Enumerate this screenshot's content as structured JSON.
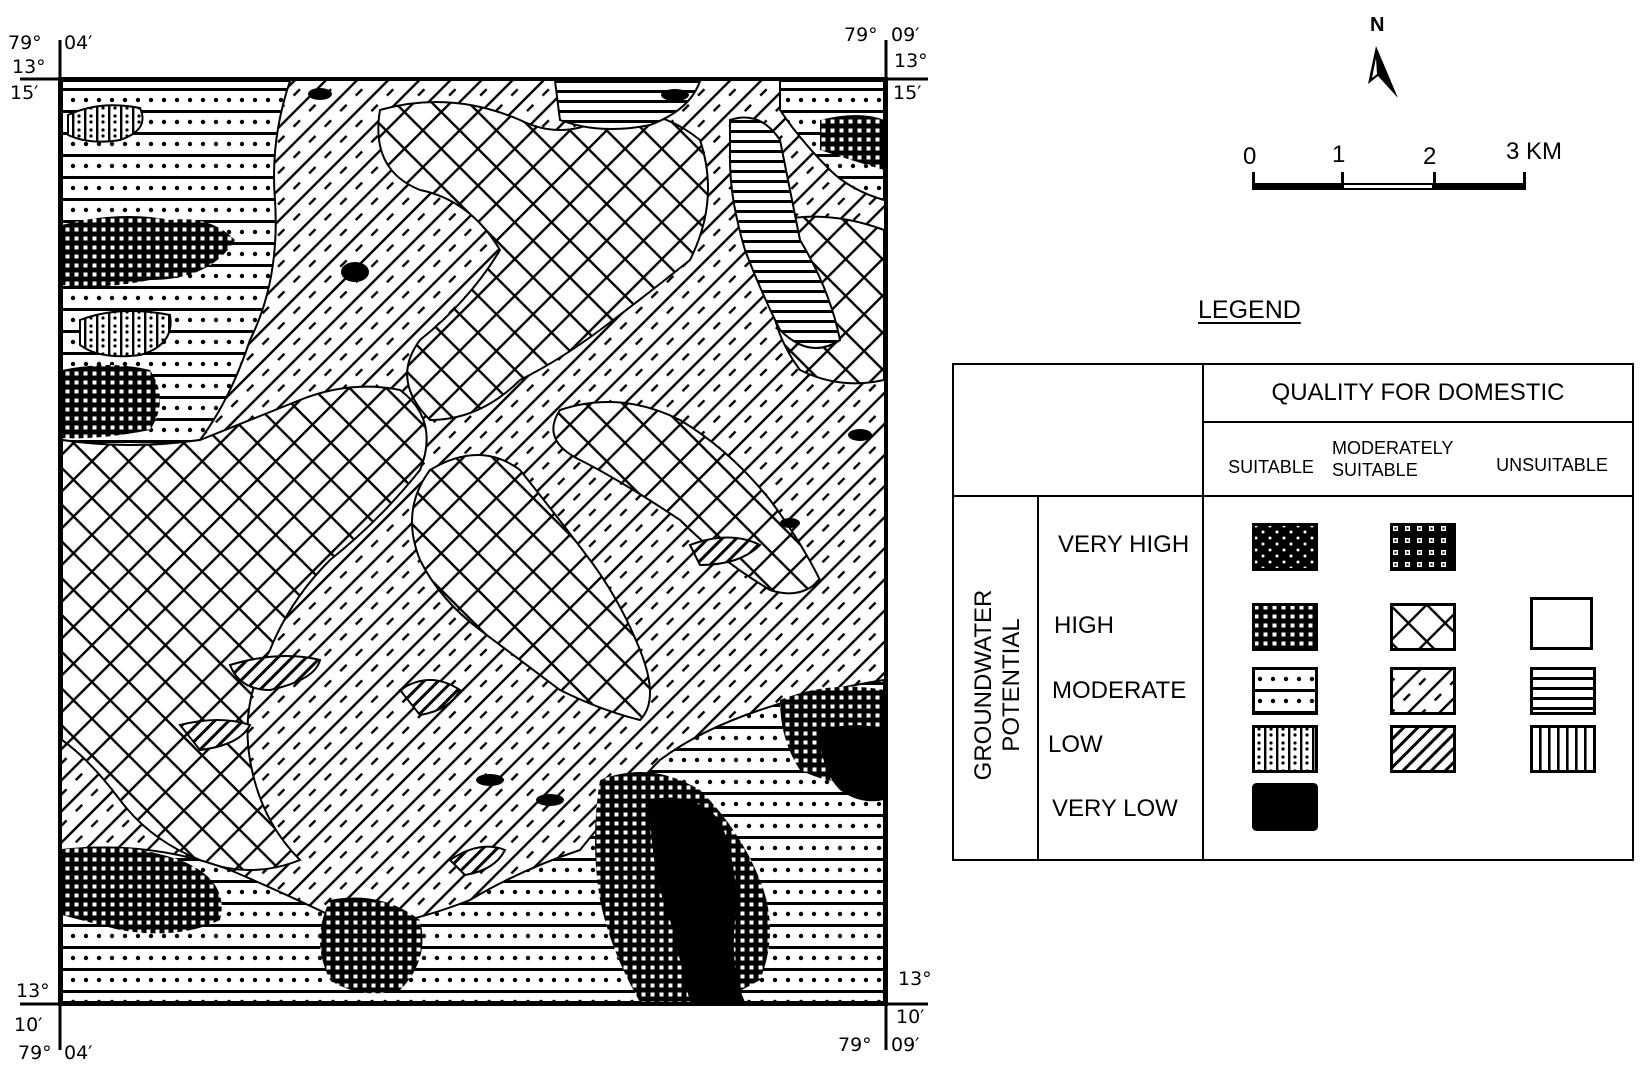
{
  "map": {
    "corners": {
      "top_left": {
        "lon": "79°",
        "lon_min": "04′",
        "lat": "13°",
        "lat_min": "15′"
      },
      "top_right": {
        "lon": "79°",
        "lon_min": "09′",
        "lat": "13°",
        "lat_min": "15′"
      },
      "bottom_left": {
        "lon": "79°",
        "lon_min": "04′",
        "lat": "13°",
        "lat_min": "10′"
      },
      "bottom_right": {
        "lon": "79°",
        "lon_min": "09′",
        "lat": "13°",
        "lat_min": "10′"
      }
    },
    "pattern_zones": [
      "dotted-horizontal (moderate/suitable) along west and south edges",
      "dense grid (high/suitable) patches in west and south",
      "diagonal hatch with dashes (moderate/moderately suitable) across centre",
      "cross-hatch (high/moderately suitable) bands running NW-SE",
      "horizontal lines (moderate/unsuitable) in north-east",
      "solid black (very low) in south-east"
    ]
  },
  "north_arrow": {
    "label": "N"
  },
  "scale": {
    "labels": [
      "0",
      "1",
      "2",
      "3 KM"
    ]
  },
  "legend": {
    "title": "LEGEND",
    "quality_header": "QUALITY FOR DOMESTIC",
    "columns": [
      "SUITABLE",
      "MODERATELY SUITABLE",
      "UNSUITABLE"
    ],
    "column_lines": {
      "moderately_1": "MODERATELY",
      "moderately_2": "SUITABLE"
    },
    "row_group_label": {
      "line1": "GROUNDWATER",
      "line2": "POTENTIAL"
    },
    "rows": [
      {
        "label": "VERY HIGH",
        "suitable": "dense-dots-on-black",
        "moderately_suitable": "grid-with-squares",
        "unsuitable": null
      },
      {
        "label": "HIGH",
        "suitable": "fine-grid",
        "moderately_suitable": "cross-hatch",
        "unsuitable": "blank"
      },
      {
        "label": "MODERATE",
        "suitable": "dotted-horizontal",
        "moderately_suitable": "diagonal-dashed",
        "unsuitable": "horizontal-lines"
      },
      {
        "label": "LOW",
        "suitable": "dotted-vertical",
        "moderately_suitable": "diagonal-lines",
        "unsuitable": "vertical-lines"
      },
      {
        "label": "VERY LOW",
        "suitable": "solid-black",
        "moderately_suitable": null,
        "unsuitable": null
      }
    ]
  }
}
